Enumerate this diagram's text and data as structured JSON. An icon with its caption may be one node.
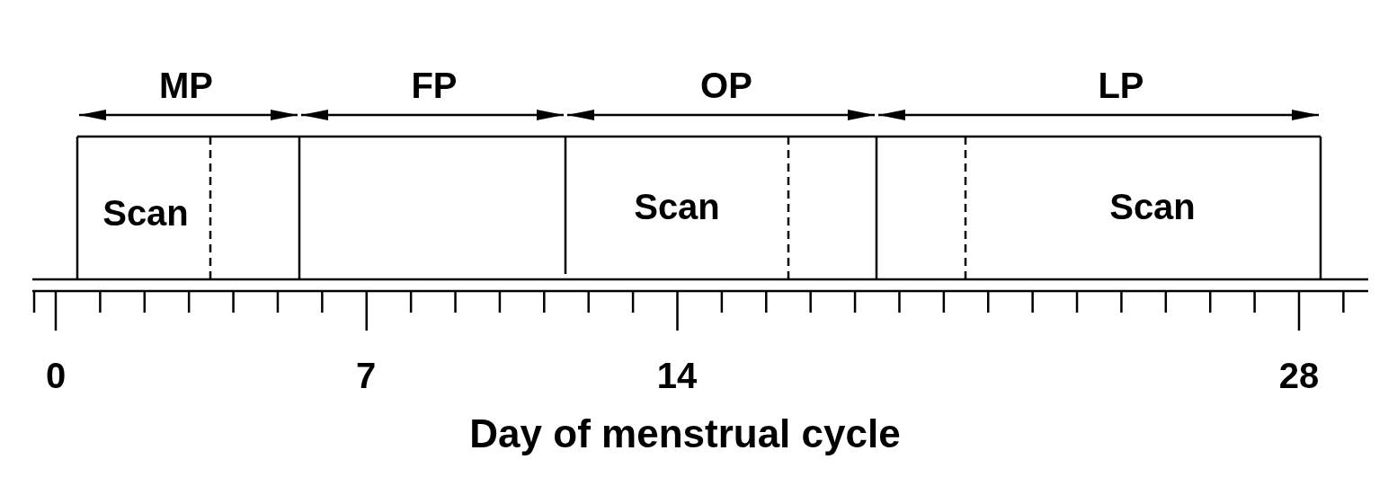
{
  "diagram": {
    "labels": [
      "MP",
      "FP",
      "OP",
      "LP",
      "Scan",
      "Scan",
      "Scan",
      "0",
      "7",
      "14",
      "28",
      "Day of menstrual cycle"
    ]
  }
}
